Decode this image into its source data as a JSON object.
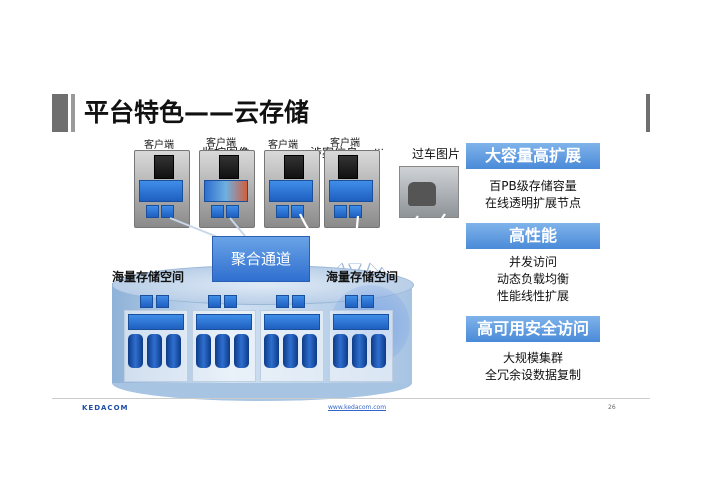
{
  "title": "平台特色——云存储",
  "clients": [
    {
      "label": "客户端",
      "screen_label": ""
    },
    {
      "label": "客户端",
      "screen_label": "监控图像"
    },
    {
      "label": "客户端",
      "screen_label": ""
    },
    {
      "label": "客户端",
      "screen_label": "涉案信息"
    }
  ],
  "ellipsis": "…",
  "vehicle_image_label": "过车图片",
  "channel_label": "聚合通道",
  "storage_space_labels": [
    "海量存储空间",
    "海量存储空间"
  ],
  "features": [
    {
      "heading": "大容量高扩展",
      "lines": [
        "百PB级存储容量",
        "在线透明扩展节点"
      ]
    },
    {
      "heading": "高性能",
      "lines": [
        "并发访问",
        "动态负载均衡",
        "性能线性扩展"
      ]
    },
    {
      "heading": "高可用安全访问",
      "lines": [
        "大规模集群",
        "全冗余设数据复制"
      ]
    }
  ],
  "footer": {
    "brand": "KEDACOM",
    "url": "www.kedacom.com",
    "page": "26"
  },
  "colors": {
    "accent": "#4a8ad8",
    "node_blue": "#1f5fc0"
  }
}
